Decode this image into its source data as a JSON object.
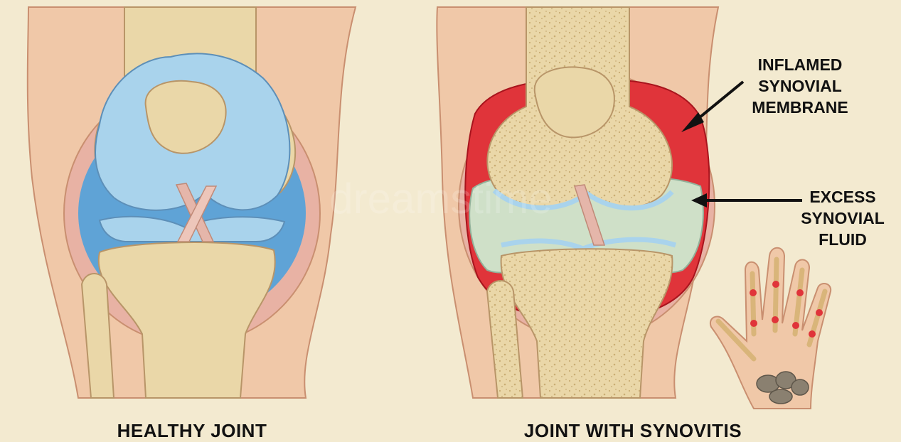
{
  "panels": {
    "left_caption": "HEALTHY JOINT",
    "right_caption": "JOINT WITH SYNOVITIS"
  },
  "callouts": {
    "membrane": [
      "INFLAMED",
      "SYNOVIAL",
      "MEMBRANE"
    ],
    "fluid": [
      "EXCESS",
      "SYNOVIAL",
      "FLUID"
    ]
  },
  "watermark": "dreamstime",
  "colors": {
    "background": "#f3ead0",
    "skin": "#f0c8a8",
    "bone": "#ead7a8",
    "cartilage": "#a9d3ec",
    "synovial_fluid_healthy": "#5fa3d6",
    "inflamed_membrane": "#e0343a",
    "excess_fluid": "#cfe0c8"
  }
}
